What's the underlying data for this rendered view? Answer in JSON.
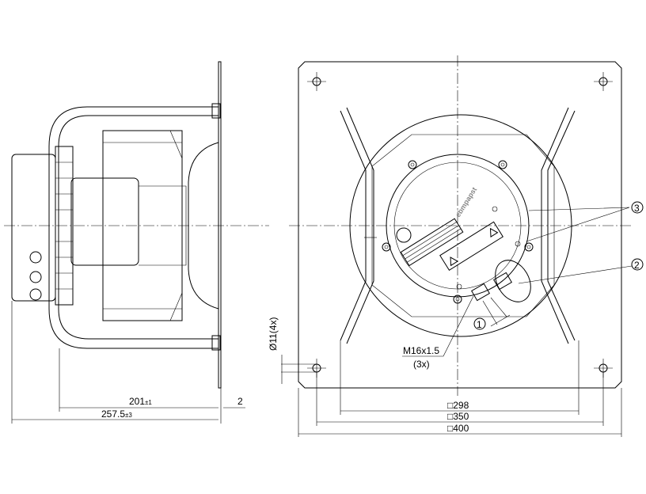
{
  "side_view": {
    "dim_length_201": "201",
    "dim_length_201_tol": "±1",
    "dim_length_257": "257.5",
    "dim_length_257_tol": "±3",
    "dim_plate_thickness": "2",
    "dim_hole": "Ø11(4x)"
  },
  "front_view": {
    "dim_298": "□298",
    "dim_350": "□350",
    "dim_400": "□400",
    "thread_label": "M16x1.5",
    "thread_count": "(3x)",
    "callout_1": "1",
    "callout_2": "2",
    "callout_3": "3",
    "brand": "ebmpapst"
  }
}
